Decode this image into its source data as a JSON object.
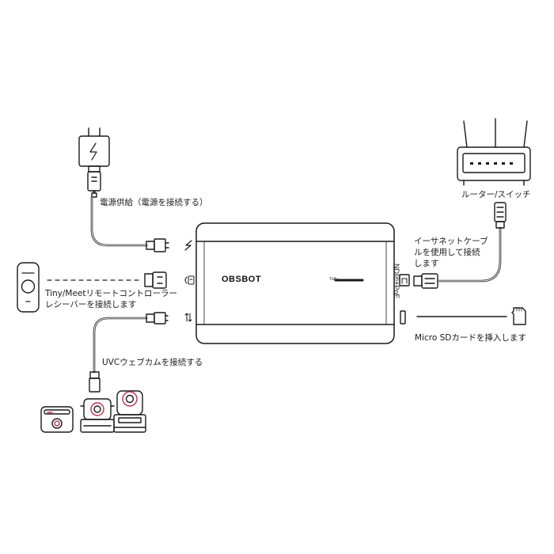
{
  "labels": {
    "power": "電源供給（電源を接続する）",
    "remote_line1": "Tiny/Meetリモートコントローラー",
    "remote_line2": "レシーバーを接続します",
    "uvc": "UVCウェブカムを接続する",
    "router": "ルーター/スイッチ",
    "ethernet_line1": "イーサネットケーブ",
    "ethernet_line2": "ルを使用して接続",
    "ethernet_line3": "します",
    "microsd": "Micro SDカードを挿入します"
  },
  "device": {
    "brand": "OBSBOT",
    "tally": "Tally",
    "ndi_port": "NDI®+PoE"
  },
  "colors": {
    "line": "#1a1a1a",
    "accent": "#c0304a"
  },
  "icons": [
    "power-adapter-icon",
    "remote-controller-icon",
    "router-icon",
    "webcam-icon",
    "ptz-camera-icon",
    "microsd-card-icon",
    "lightning-icon",
    "receiver-icon",
    "usb-arrows-icon"
  ]
}
